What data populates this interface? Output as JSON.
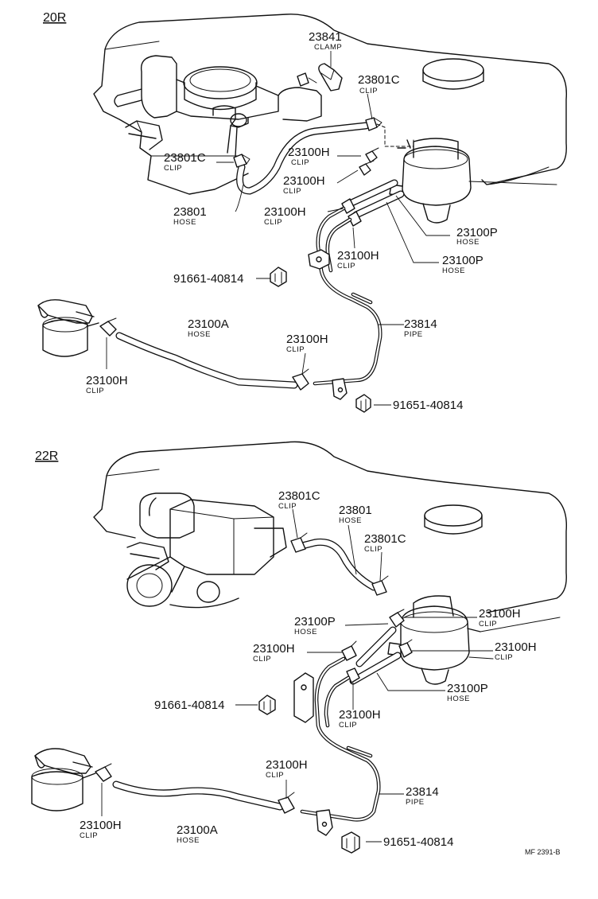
{
  "sections": {
    "top": "20R",
    "bottom": "22R"
  },
  "labels": {
    "clamp_23841": {
      "pn": "23841",
      "name": "CLAMP"
    },
    "clip_23801c_top_a": {
      "pn": "23801C",
      "name": "CLIP"
    },
    "clip_23801c_top_b": {
      "pn": "23801C",
      "name": "CLIP"
    },
    "clip_23100h_top_a": {
      "pn": "23100H",
      "name": "CLIP"
    },
    "clip_23100h_top_b": {
      "pn": "23100H",
      "name": "CLIP"
    },
    "hose_23801_top": {
      "pn": "23801",
      "name": "HOSE"
    },
    "clip_23100h_top_c": {
      "pn": "23100H",
      "name": "CLIP"
    },
    "hose_23100p_top_a": {
      "pn": "23100P",
      "name": "HOSE"
    },
    "clip_23100h_top_d": {
      "pn": "23100H",
      "name": "CLIP"
    },
    "hose_23100p_top_b": {
      "pn": "23100P",
      "name": "HOSE"
    },
    "bolt_91661_top": {
      "pn": "91661-40814"
    },
    "hose_23100a_top": {
      "pn": "23100A",
      "name": "HOSE"
    },
    "clip_23100h_top_e": {
      "pn": "23100H",
      "name": "CLIP"
    },
    "pipe_23814_top": {
      "pn": "23814",
      "name": "PIPE"
    },
    "clip_23100h_top_f": {
      "pn": "23100H",
      "name": "CLIP"
    },
    "bolt_91651_top": {
      "pn": "91651-40814"
    },
    "clip_23801c_bot_a": {
      "pn": "23801C",
      "name": "CLIP"
    },
    "hose_23801_bot": {
      "pn": "23801",
      "name": "HOSE"
    },
    "clip_23801c_bot_b": {
      "pn": "23801C",
      "name": "CLIP"
    },
    "hose_23100p_bot_a": {
      "pn": "23100P",
      "name": "HOSE"
    },
    "clip_23100h_bot_a": {
      "pn": "23100H",
      "name": "CLIP"
    },
    "clip_23100h_bot_b": {
      "pn": "23100H",
      "name": "CLIP"
    },
    "clip_23100h_bot_c": {
      "pn": "23100H",
      "name": "CLIP"
    },
    "hose_23100p_bot_b": {
      "pn": "23100P",
      "name": "HOSE"
    },
    "bolt_91661_bot": {
      "pn": "91661-40814"
    },
    "clip_23100h_bot_d": {
      "pn": "23100H",
      "name": "CLIP"
    },
    "clip_23100h_bot_e": {
      "pn": "23100H",
      "name": "CLIP"
    },
    "pipe_23814_bot": {
      "pn": "23814",
      "name": "PIPE"
    },
    "clip_23100h_bot_f": {
      "pn": "23100H",
      "name": "CLIP"
    },
    "hose_23100a_bot": {
      "pn": "23100A",
      "name": "HOSE"
    },
    "bolt_91651_bot": {
      "pn": "91651-40814"
    }
  },
  "figure_ref": "MF 2391-B"
}
